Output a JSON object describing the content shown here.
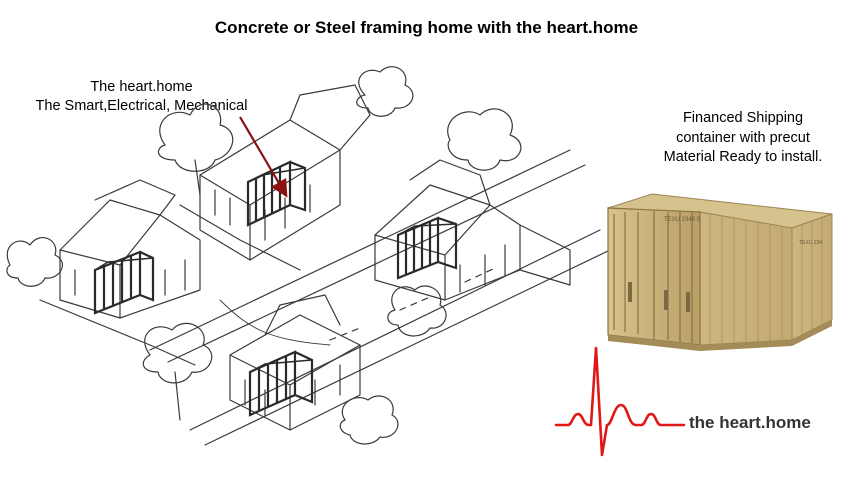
{
  "title": "Concrete or Steel framing home with the heart.home",
  "heart_callout": {
    "line1": "The heart.home",
    "line2": "The Smart,Electrical, Mechanical"
  },
  "container_callout": {
    "line1": "Financed Shipping",
    "line2": "container with precut",
    "line3": "Material Ready to install."
  },
  "brand": {
    "name": "the heart.home",
    "pulse_color": "#e01818"
  },
  "container_markings": {
    "door_code": "TEXU 2348 0",
    "side_code": "TEXU 234"
  },
  "colors": {
    "arrow": "#8b1010",
    "container": "#c9b27c",
    "sketch": "#3a3a3a"
  }
}
